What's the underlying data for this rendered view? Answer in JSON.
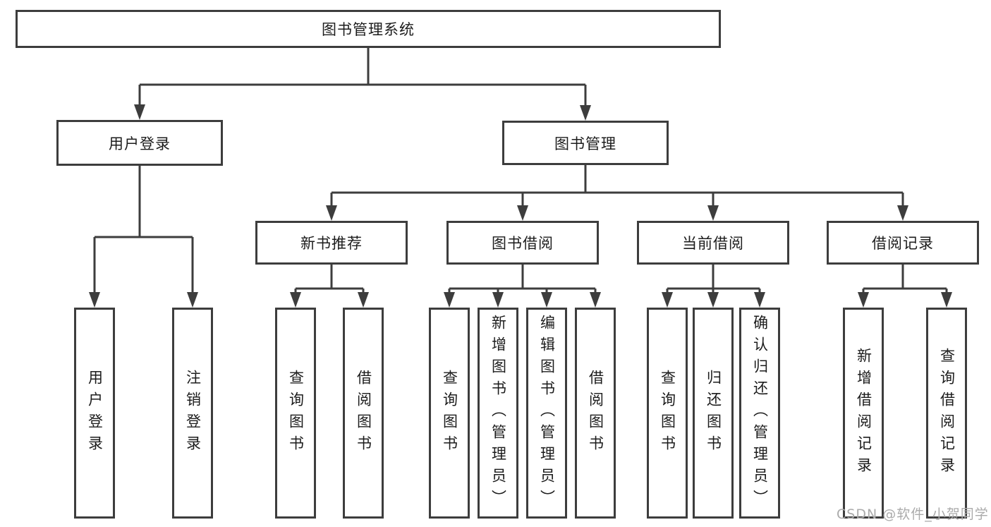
{
  "diagram_type": "hierarchy-tree",
  "tree": {
    "label": "图书管理系统",
    "children": [
      {
        "label": "用户登录",
        "children": [
          {
            "label": "用户登录"
          },
          {
            "label": "注销登录"
          }
        ]
      },
      {
        "label": "图书管理",
        "children": [
          {
            "label": "新书推荐",
            "children": [
              {
                "label": "查询图书"
              },
              {
                "label": "借阅图书"
              }
            ]
          },
          {
            "label": "图书借阅",
            "children": [
              {
                "label": "查询图书"
              },
              {
                "label": "新增图书（管理员）"
              },
              {
                "label": "编辑图书（管理员）"
              },
              {
                "label": "借阅图书"
              }
            ]
          },
          {
            "label": "当前借阅",
            "children": [
              {
                "label": "查询图书"
              },
              {
                "label": "归还图书"
              },
              {
                "label": "确认归还（管理员）"
              }
            ]
          },
          {
            "label": "借阅记录",
            "children": [
              {
                "label": "新增借阅记录"
              },
              {
                "label": "查询借阅记录"
              }
            ]
          }
        ]
      }
    ]
  },
  "watermark": "CSDN @软件_小贺同学",
  "colors": {
    "line": "#3d3d3d",
    "text": "#1c1c1c",
    "box_background": "#ffffff",
    "watermark": "#ababab"
  }
}
